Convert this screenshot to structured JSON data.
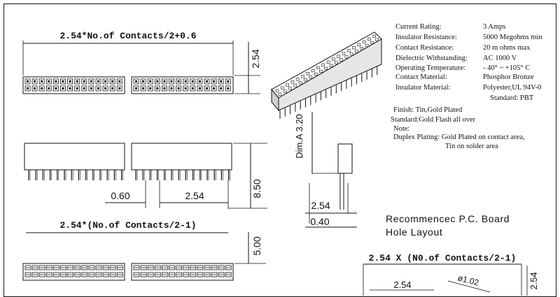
{
  "dimensions": {
    "top_width": "2.54*No.of Contacts/2+0.6",
    "top_height": "2.54",
    "pitch_bottom": "2.54*(No.of Contacts/2-1)",
    "pin_offset": "0.60",
    "pin_pitch": "2.54",
    "body_height": "8.50",
    "bottom_height": "5.00",
    "dim_a": "Dim.A 3.20",
    "side_pitch": "2.54",
    "side_pin": "0.40"
  },
  "specs": [
    {
      "label": "Current Rating:",
      "value": "3 Amps"
    },
    {
      "label": "Insulator Resistance:",
      "value": "5000 Megohms min"
    },
    {
      "label": "Contact Resistance:",
      "value": "20 m ohms max"
    },
    {
      "label": "Dielectric Withstanding:",
      "value": "AC 1000 V"
    },
    {
      "label": "Operating Temperature:",
      "value": "- 40° ~ +105° C"
    },
    {
      "label": "Contact Material:",
      "value": "Phosphor Bronze"
    },
    {
      "label": "Insulator Material:",
      "value": "Polyester,UL 94V-0"
    }
  ],
  "standard_pbt": "Standard: PBT",
  "notes": {
    "finish": "Finish: Tin,Gold Plated",
    "standard": "Standard:Gold Flash all over",
    "note": "Note:",
    "duplex1": "Duplex Plating: Gold Plated on contact area,",
    "duplex2": "Tin on solder area"
  },
  "pcb": {
    "title1": "Recommencec P.C. Board",
    "title2": "Hole Layout",
    "formula": "2.54 X (N0.of Contacts/2-1)",
    "pitch": "2.54",
    "hole": "ø1.02",
    "side": "2.54"
  }
}
